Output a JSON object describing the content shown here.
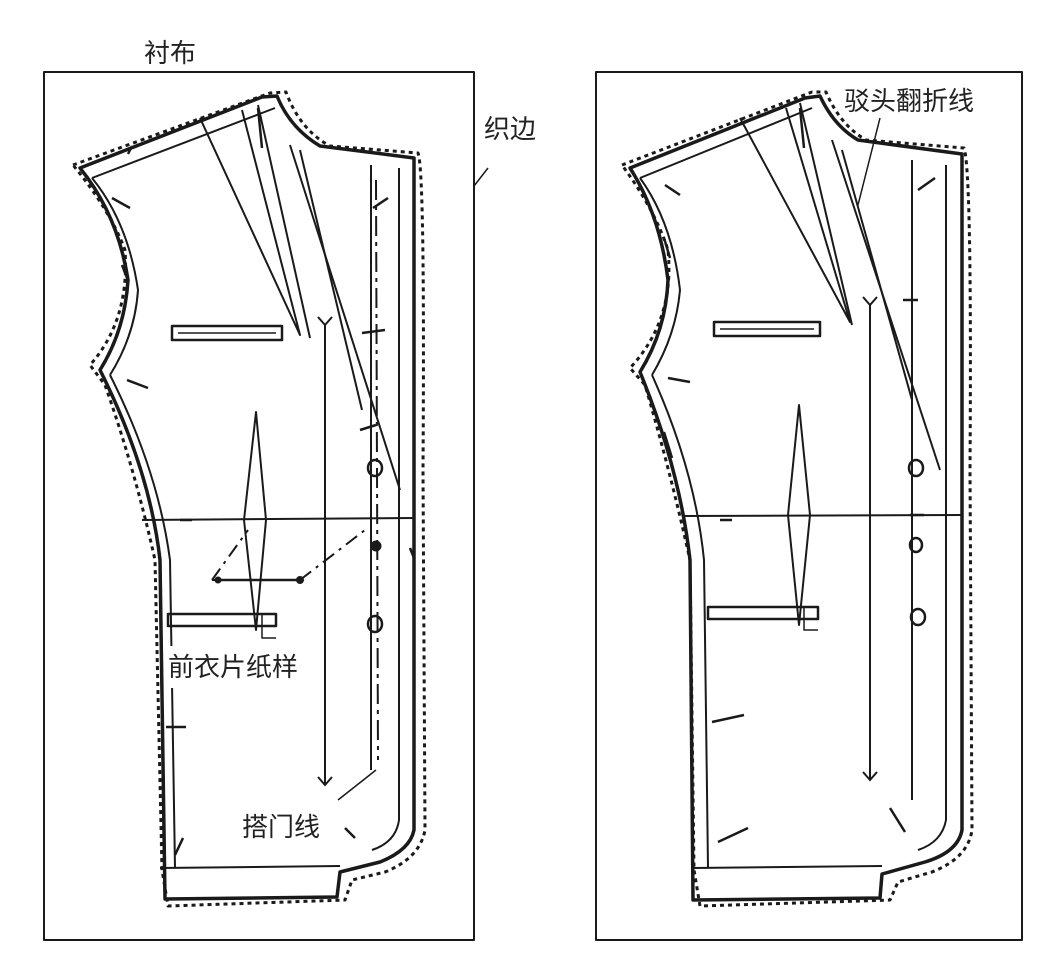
{
  "labels": {
    "interlining": "衬布",
    "selvedge": "织边",
    "lapel_roll_line": "驳头翻折线",
    "front_piece_pattern": "前衣片纸样",
    "overlap_line": "搭门线"
  },
  "colors": {
    "ink": "#1a1a1a",
    "paper": "#ffffff"
  }
}
